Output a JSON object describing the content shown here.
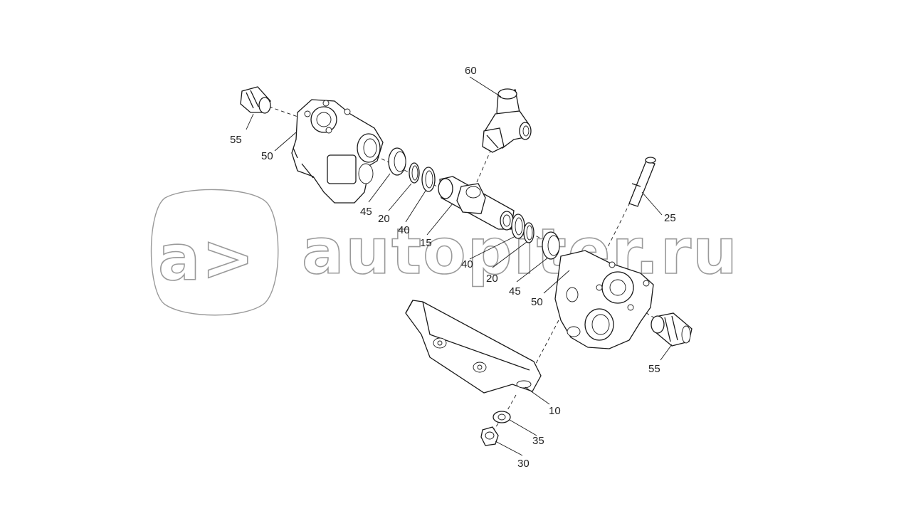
{
  "watermark": {
    "logo_text": "a>",
    "site_text": "autopiter.ru"
  },
  "callouts": {
    "p55_left": "55",
    "p50_left": "50",
    "p45_left": "45",
    "p20_left": "20",
    "p40_left": "40",
    "p15": "15",
    "p60": "60",
    "p40_right": "40",
    "p20_right": "20",
    "p45_right": "45",
    "p50_right": "50",
    "p25": "25",
    "p55_right": "55",
    "p10": "10",
    "p35": "35",
    "p30": "30"
  },
  "colors": {
    "line": "#1a1a1a",
    "watermark_outline": "#9a9a9a",
    "background": "#ffffff"
  }
}
